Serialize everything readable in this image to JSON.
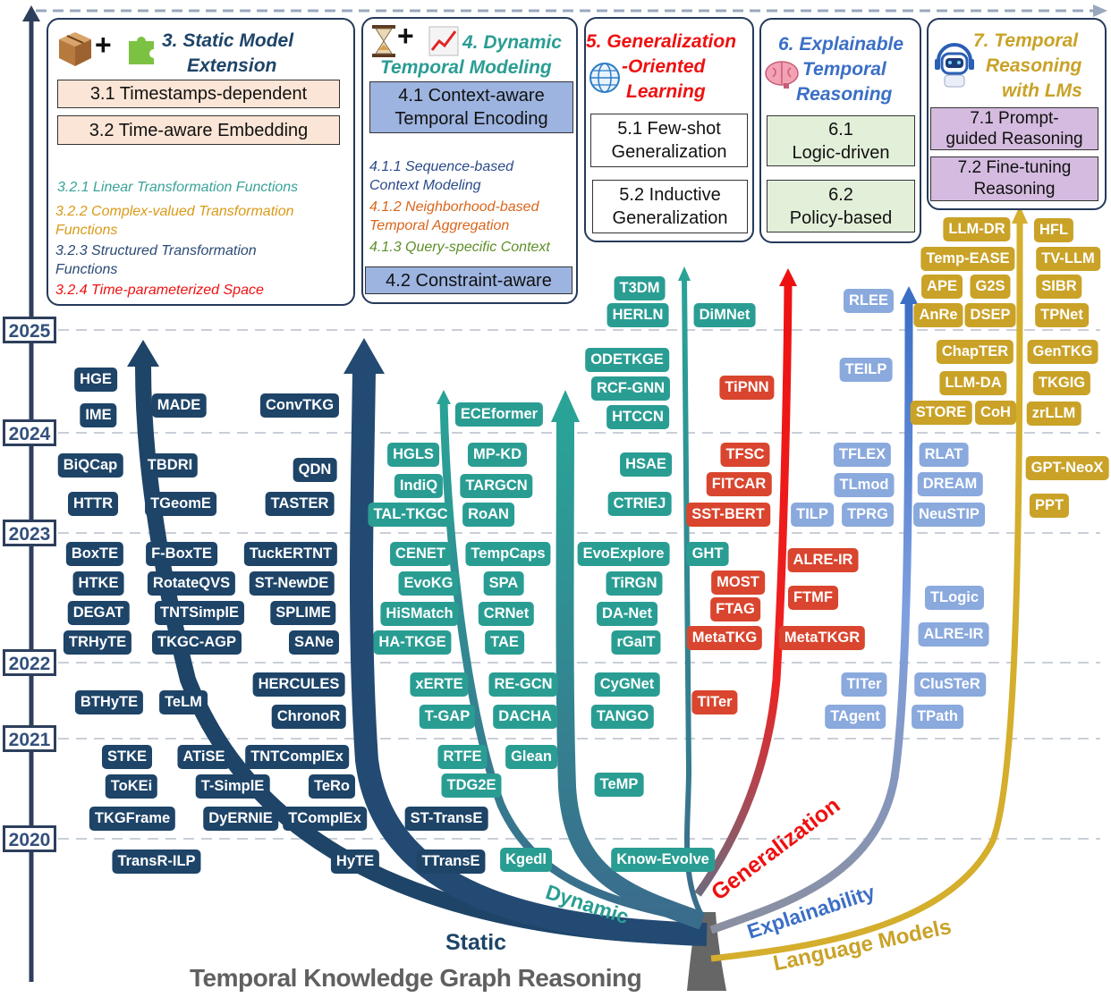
{
  "years": [
    "2025",
    "2024",
    "2023",
    "2022",
    "2021",
    "2020"
  ],
  "sections": {
    "s3": {
      "title_line1": "3. Static Model",
      "title_line2": "Extension",
      "sub1": "3.1 Timestamps-dependent",
      "sub2": "3.2 Time-aware Embedding",
      "items": [
        "3.2.1 Linear Transformation Functions",
        "3.2.2 Complex-valued Transformation",
        "Functions",
        "3.2.3 Structured Transformation",
        "Functions",
        "3.2.4 Time-parameterized Space"
      ]
    },
    "s4": {
      "title_line1": "4. Dynamic",
      "title_line2": "Temporal Modeling",
      "sub1_line1": "4.1 Context-aware",
      "sub1_line2": "Temporal Encoding",
      "items": [
        "4.1.1 Sequence-based",
        "Context Modeling",
        "4.1.2 Neighborhood-based",
        "Temporal Aggregation",
        "4.1.3 Query-specific Context"
      ],
      "sub2": "4.2 Constraint-aware"
    },
    "s5": {
      "title_line1": "5. Generalization",
      "title_line2": "-Oriented",
      "title_line3": "Learning",
      "sub1_line1": "5.1 Few-shot",
      "sub1_line2": "Generalization",
      "sub2_line1": "5.2 Inductive",
      "sub2_line2": "Generalization"
    },
    "s6": {
      "title_line1": "6. Explainable",
      "title_line2": "Temporal",
      "title_line3": "Reasoning",
      "sub1_line1": "6.1",
      "sub1_line2": "Logic-driven",
      "sub2_line1": "6.2",
      "sub2_line2": "Policy-based"
    },
    "s7": {
      "title_line1": "7. Temporal",
      "title_line2": "Reasoning",
      "title_line3": "with LMs",
      "sub1_line1": "7.1 Prompt-",
      "sub1_line2": "guided Reasoning",
      "sub2_line1": "7.2 Fine-tuning",
      "sub2_line2": "Reasoning"
    }
  },
  "branches": {
    "static": "Static",
    "dynamic": "Dynamic",
    "generalization": "Generalization",
    "explainability": "Explainability",
    "lm": "Language Models"
  },
  "root_title": "Temporal Knowledge Graph Reasoning",
  "icons": [
    "box-icon",
    "puzzle-icon",
    "hourglass-icon",
    "trend-chart-icon",
    "globe-icon",
    "brain-icon",
    "robot-icon"
  ],
  "colors": {
    "static": "#1e4468",
    "dynamic": "#2a9d93",
    "generalization": "#d9452e",
    "explainability": "#8aa9dd",
    "lm": "#c9a227"
  },
  "methods": {
    "static": [
      "HGE",
      "IME",
      "MADE",
      "ConvTKG",
      "BiQCap",
      "TBDRI",
      "QDN",
      "HTTR",
      "TGeomE",
      "TASTER",
      "BoxTE",
      "F-BoxTE",
      "TuckERTNT",
      "HTKE",
      "RotateQVS",
      "ST-NewDE",
      "DEGAT",
      "TNTSimplE",
      "SPLIME",
      "TRHyTE",
      "TKGC-AGP",
      "SANe",
      "HERCULES",
      "BTHyTE",
      "TeLM",
      "ChronoR",
      "STKE",
      "ATiSE",
      "TNTComplEx",
      "ToKEi",
      "T-SimplE",
      "TeRo",
      "TKGFrame",
      "DyERNIE",
      "TComplEx",
      "ST-TransE",
      "TransR-ILP",
      "HyTE",
      "TTransE"
    ],
    "dynamic": [
      "T3DM",
      "HERLN",
      "DiMNet",
      "ODETKGE",
      "RCF-GNN",
      "HTCCN",
      "ECEformer",
      "HGLS",
      "MP-KD",
      "HSAE",
      "IndiQ",
      "TARGCN",
      "CTRIEJ",
      "TAL-TKGC",
      "RoAN",
      "CENET",
      "TempCaps",
      "EvoExplore",
      "GHT",
      "EvoKG",
      "SPA",
      "TiRGN",
      "HiSMatch",
      "CRNet",
      "DA-Net",
      "HA-TKGE",
      "TAE",
      "rGalT",
      "xERTE",
      "RE-GCN",
      "CyGNet",
      "T-GAP",
      "DACHA",
      "TANGO",
      "RTFE",
      "Glean",
      "TDG2E",
      "TeMP",
      "Kgedl",
      "Know-Evolve"
    ],
    "generalization": [
      "TiPNN",
      "TFSC",
      "FITCAR",
      "SST-BERT",
      "ALRE-IR",
      "MOST",
      "FTMF",
      "FTAG",
      "MetaTKG",
      "MetaTKGR",
      "TITer"
    ],
    "explainability": [
      "RLEE",
      "TEILP",
      "TFLEX",
      "TLmod",
      "TILP",
      "TPRG",
      "TLogic",
      "ALRE-IR",
      "TITer",
      "TAgent",
      "RLAT",
      "DREAM",
      "NeuSTIP",
      "CluSTeR",
      "TPath"
    ],
    "lm": [
      "LLM-DR",
      "HFL",
      "Temp-EASE",
      "TV-LLM",
      "APE",
      "G2S",
      "SIBR",
      "AnRe",
      "DSEP",
      "TPNet",
      "ChapTER",
      "GenTKG",
      "LLM-DA",
      "TKGIG",
      "STORE",
      "CoH",
      "zrLLM",
      "GPT-NeoX",
      "PPT"
    ]
  }
}
